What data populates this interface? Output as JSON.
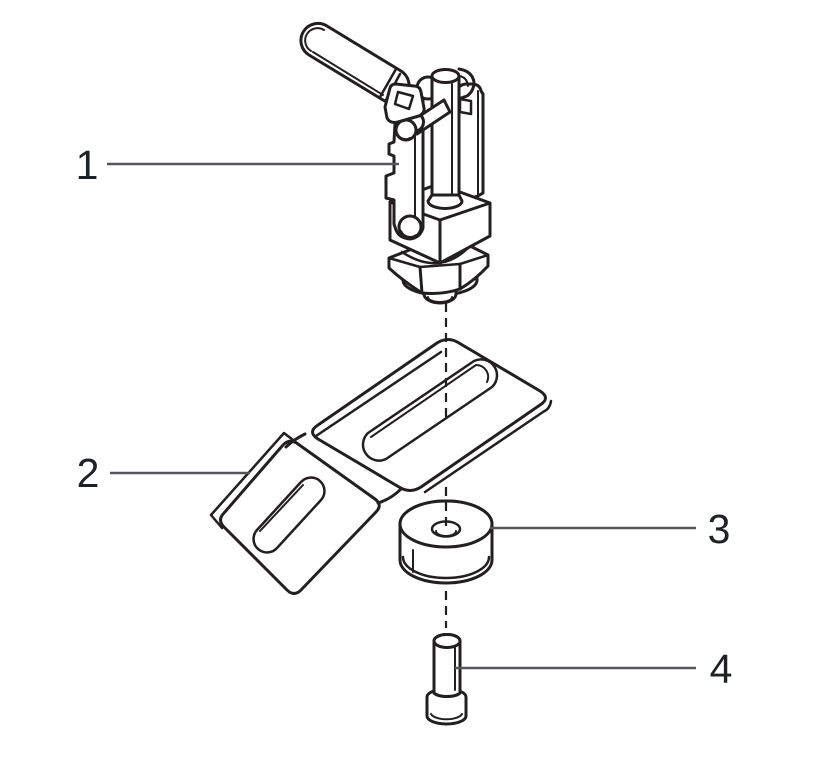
{
  "figure": {
    "type": "exploded-assembly-diagram",
    "background_color": "#ffffff",
    "outline_color": "#231f20",
    "leader_line_color": "#55565a",
    "label_color": "#1e2126",
    "centerline_style": "dashed",
    "callouts": [
      {
        "number": "1",
        "part": "toggle-clamp"
      },
      {
        "number": "2",
        "part": "mounting-bracket"
      },
      {
        "number": "3",
        "part": "spacer"
      },
      {
        "number": "4",
        "part": "socket-head-screw"
      }
    ]
  }
}
